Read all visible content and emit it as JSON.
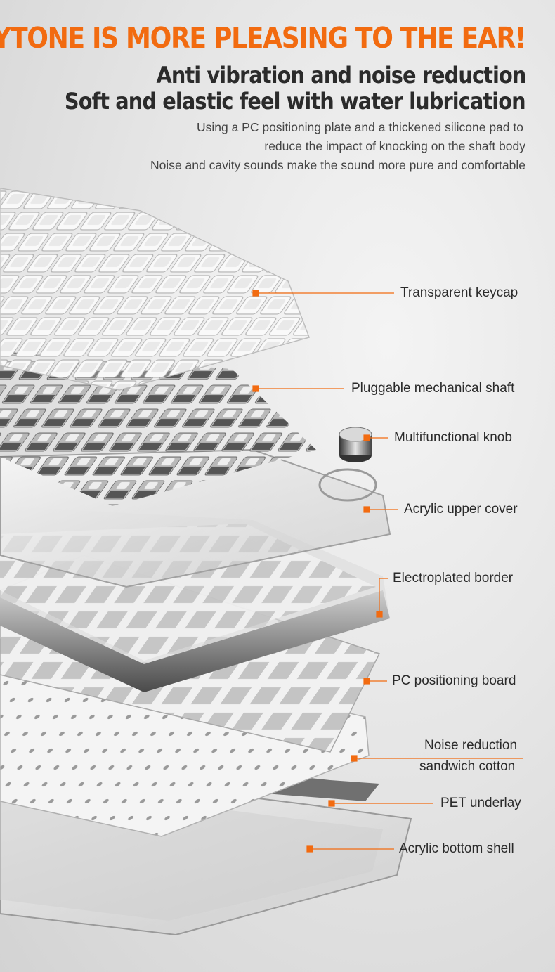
{
  "headline": "KEYTONE IS MORE PLEASING TO THE EAR!",
  "subheadings": [
    "Anti vibration and noise reduction",
    "Soft and elastic feel with water lubrication"
  ],
  "description": [
    "Using a PC positioning plate and a thickened silicone pad to",
    "reduce the impact of knocking on the shaft body",
    "Noise and cavity sounds make the sound more pure and comfortable"
  ],
  "callouts": {
    "keycap": "Transparent keycap",
    "shaft": "Pluggable mechanical shaft",
    "knob": "Multifunctional knob",
    "upper_cover": "Acrylic upper cover",
    "border": "Electroplated border",
    "positioning_board": "PC positioning board",
    "cotton_line1": "Noise reduction",
    "cotton_line2": "sandwich cotton",
    "pet": "PET underlay",
    "bottom_shell": "Acrylic bottom shell"
  },
  "colors": {
    "accent": "#f26b10",
    "heading": "#2b2b2b",
    "text": "#444444"
  }
}
